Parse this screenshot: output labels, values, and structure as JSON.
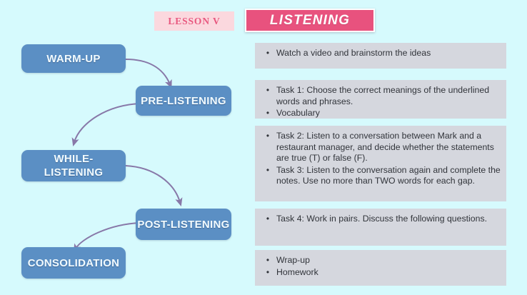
{
  "header": {
    "lesson_label": "LESSON V",
    "title": "LISTENING",
    "badge_bg": "#fbd8de",
    "badge_text_color": "#e8587f",
    "banner_bg": "#e8527e",
    "banner_text_color": "#ffffff"
  },
  "theme": {
    "page_bg": "#d6fafd",
    "box_fill": "#5b8fc4",
    "box_text": "#f2fbff",
    "panel_bg": "#d5d7de",
    "panel_text": "#31343a",
    "arrow_color": "#8878a8"
  },
  "stages": [
    {
      "label": "WARM-UP"
    },
    {
      "label": "PRE-LISTENING"
    },
    {
      "label": "WHILE-LISTENING"
    },
    {
      "label": "POST-LISTENING"
    },
    {
      "label": "CONSOLIDATION"
    }
  ],
  "panels": [
    {
      "items": [
        {
          "bullet": "•",
          "text": "Watch a video and brainstorm the ideas"
        }
      ]
    },
    {
      "items": [
        {
          "bullet": "•",
          "text": "Task 1: Choose the correct meanings of the underlined words and phrases."
        },
        {
          "bullet": "•",
          "text": "Vocabulary"
        }
      ]
    },
    {
      "items": [
        {
          "bullet": "•",
          "text": "Task 2: Listen to a conversation between Mark and a restaurant manager, and decide whether the statements are true (T) or false (F)."
        },
        {
          "bullet": "•",
          "text": "Task 3: Listen to the conversation again and complete the notes. Use no more than TWO words for each gap."
        }
      ]
    },
    {
      "items": [
        {
          "bullet": "•",
          "text": "Task 4: Work in pairs. Discuss the following questions."
        }
      ]
    },
    {
      "items": [
        {
          "bullet": "•",
          "text": "Wrap-up"
        },
        {
          "bullet": "•",
          "text": "Homework"
        }
      ]
    }
  ]
}
